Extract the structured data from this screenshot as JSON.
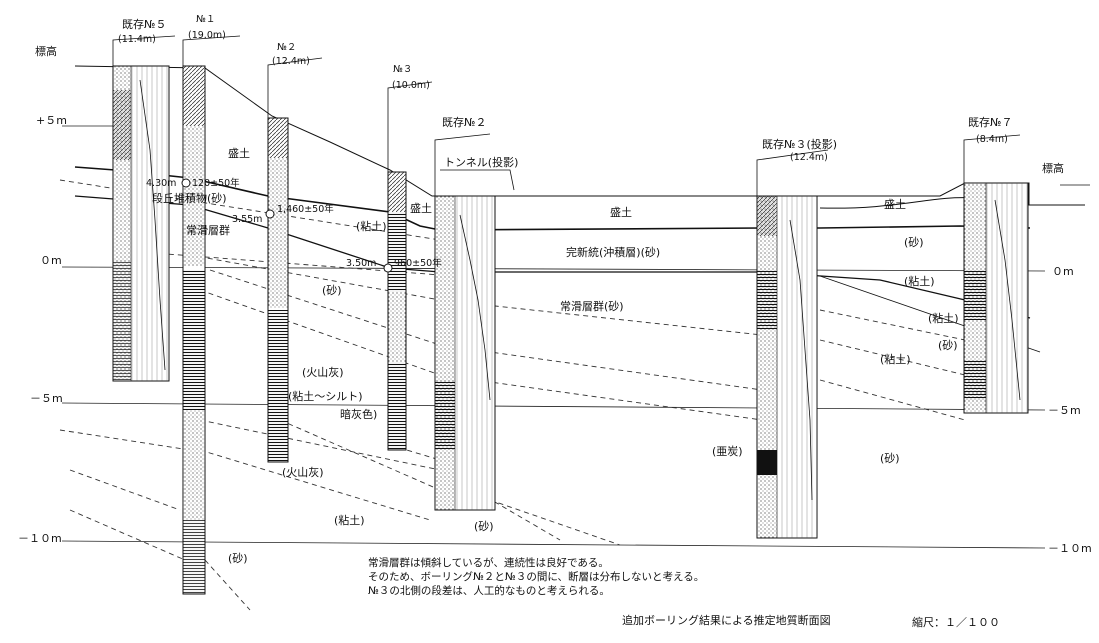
{
  "elevation_label_left": "標高",
  "elevation_label_right": "標高",
  "elevations": [
    "+５m",
    "０m",
    "－５m",
    "－１０m"
  ],
  "elevations_right": [
    "０m",
    "－５m",
    "－１０m"
  ],
  "boreholes": {
    "ex5": {
      "name": "既存№５",
      "depth": "(11.4m)"
    },
    "no1": {
      "name": "№１",
      "depth": "(19.0m)"
    },
    "no2": {
      "name": "№２",
      "depth": "(12.4m)"
    },
    "no3": {
      "name": "№３",
      "depth": "(10.0m)"
    },
    "ex2": {
      "name": "既存№２",
      "depth": ""
    },
    "ex3": {
      "name": "既存№３(投影)",
      "depth": "(12.4m)"
    },
    "ex7": {
      "name": "既存№７",
      "depth": "(8.4m)"
    }
  },
  "tunnel_label": "トンネル(投影)",
  "layers": {
    "fill_1": "盛土",
    "fill_2": "盛土",
    "fill_3": "盛土",
    "fill_4": "盛土",
    "terrace": "段丘堆積物(砂)",
    "slip_group": "常滑層群",
    "clay_1": "(粘土)",
    "sand_1": "(砂)",
    "holocene": "完新統(沖積層)(砂)",
    "slip_sand": "常滑層群(砂)",
    "sand_2": "(砂)",
    "clay_2": "(粘土)",
    "clay_3": "(粘土)",
    "sand_3": "(砂)",
    "clay_4": "(粘土)",
    "tuff_1": "(火山灰)",
    "clay_silt": "(粘土～シルト)",
    "blue_grey": "暗灰色)",
    "tuff_2": "(火山灰)",
    "lignite": "(亜炭)",
    "sand_4": "(砂)",
    "clay_5": "(粘土)",
    "sand_5": "(砂)",
    "sand_6": "(砂)"
  },
  "dates": {
    "d1_depth": "4.30m",
    "d1_age": "120±50年",
    "d2_depth": "3.55m",
    "d2_age": "1,460±50年",
    "d3_depth": "3.50m",
    "d3_age": "960±50年"
  },
  "notes": [
    "常滑層群は傾斜しているが、連続性は良好である。",
    "そのため、ボーリング№２と№３の間に、断層は分布しないと考える。",
    "№３の北側の段差は、人工的なものと考えられる。"
  ],
  "caption": "追加ボーリング結果による推定地質断面図",
  "scale": "縮尺：１／１００"
}
